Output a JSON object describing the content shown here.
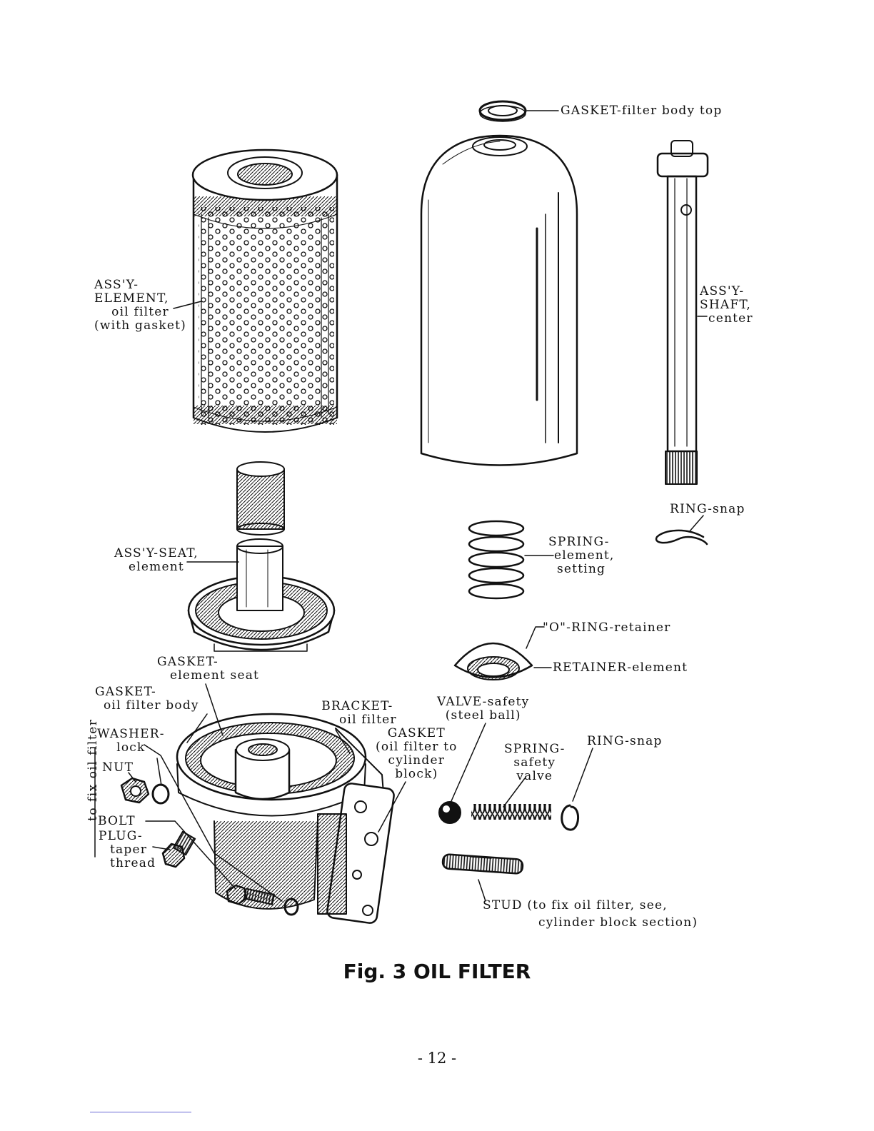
{
  "figure": {
    "caption": "Fig. 3 OIL FILTER",
    "page_number": "- 12 -"
  },
  "labels": {
    "gasket_filter_body_top": "GASKET-filter body top",
    "element_assy": [
      "ASS'Y-",
      "ELEMENT,",
      "oil filter",
      "(with gasket)"
    ],
    "shaft_assy": [
      "ASS'Y-",
      "SHAFT,",
      "center"
    ],
    "ring_snap_top": "RING-snap",
    "seat_assy": [
      "ASS'Y-SEAT,",
      "element"
    ],
    "spring_element": [
      "SPRING-",
      "element,",
      "setting"
    ],
    "o_ring": "\"O\"-RING-retainer",
    "retainer_element": "RETAINER-element",
    "gasket_element_seat": [
      "GASKET-",
      "element seat"
    ],
    "gasket_oil_filter_body": [
      "GASKET-",
      "oil filter body"
    ],
    "bracket": [
      "BRACKET-",
      "oil filter"
    ],
    "valve_safety": [
      "VALVE-safety",
      "(steel ball)"
    ],
    "gasket_cylinder": [
      "GASKET",
      "(oil filter to",
      "cylinder",
      "block)"
    ],
    "spring_safety": [
      "SPRING-",
      "safety",
      "valve"
    ],
    "ring_snap_bottom": "RING-snap",
    "washer_lock": [
      "WASHER-",
      "lock"
    ],
    "nut": "NUT",
    "bolt": "BOLT",
    "plug": [
      "PLUG-",
      "taper",
      "thread"
    ],
    "to_fix_oil_filter": "to fix oil filter",
    "stud": [
      "STUD (to fix oil filter, see,",
      "cylinder block section)"
    ]
  },
  "parts": [
    "gasket-filter-body-top",
    "filter-element-assembly",
    "filter-body",
    "center-shaft-assembly",
    "ring-snap-top",
    "seat-tube",
    "element-seat-assembly",
    "spring-element-setting",
    "retainer-element",
    "oil-filter-bracket",
    "steel-ball",
    "safety-spring",
    "ring-snap-bottom",
    "nut",
    "lock-washer",
    "plug-taper-thread",
    "bolt",
    "stud"
  ]
}
